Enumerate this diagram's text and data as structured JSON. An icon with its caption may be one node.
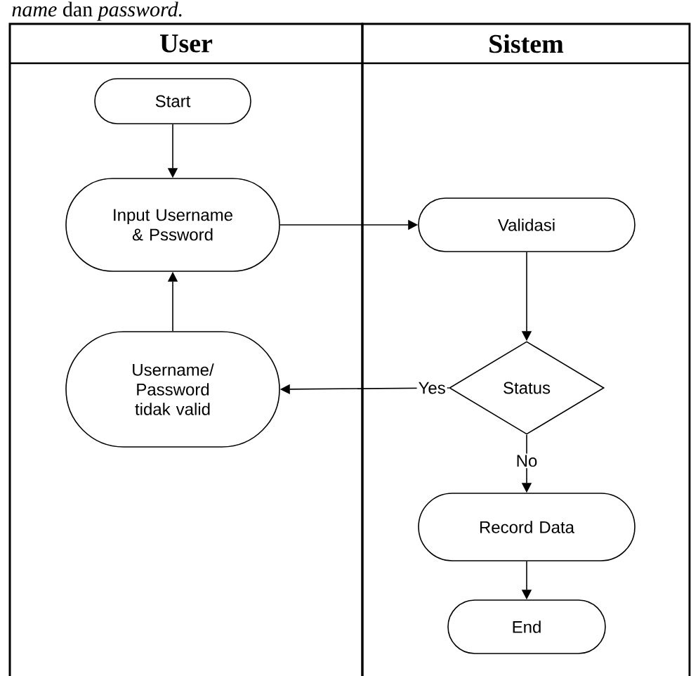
{
  "diagram": {
    "nodes": [
      {
        "text": [
          "User"
        ]
      },
      {
        "text": [
          "Sistem"
        ]
      },
      {
        "text": [
          "Start"
        ],
        "in": 0
      },
      {
        "text": [
          "Input Username & Pssword"
        ],
        "in": 0
      },
      {
        "text": [
          "Username/ Password tidak valid"
        ],
        "in": 0
      },
      {
        "text": [
          "Validasi"
        ],
        "in": 1
      },
      {
        "text": [
          "Status"
        ],
        "in": 1
      },
      {
        "text": [
          "Record Data"
        ],
        "in": 1
      },
      {
        "text": [
          "End"
        ],
        "in": 1
      }
    ],
    "edges": [
      {
        "from": 2,
        "to": 3,
        "arrow": "to"
      },
      {
        "from": 3,
        "to": 5,
        "arrow": "to"
      },
      {
        "from": 5,
        "to": 6,
        "arrow": "to"
      },
      {
        "from": 6,
        "to": 4,
        "arrow": "to",
        "label": "Yes"
      },
      {
        "from": 4,
        "to": 3,
        "arrow": "to"
      },
      {
        "from": 6,
        "to": 7,
        "arrow": "to",
        "label": "No"
      },
      {
        "from": 7,
        "to": 8,
        "arrow": "to"
      }
    ],
    "labels": [
      "*name* dan *password.*"
    ]
  }
}
